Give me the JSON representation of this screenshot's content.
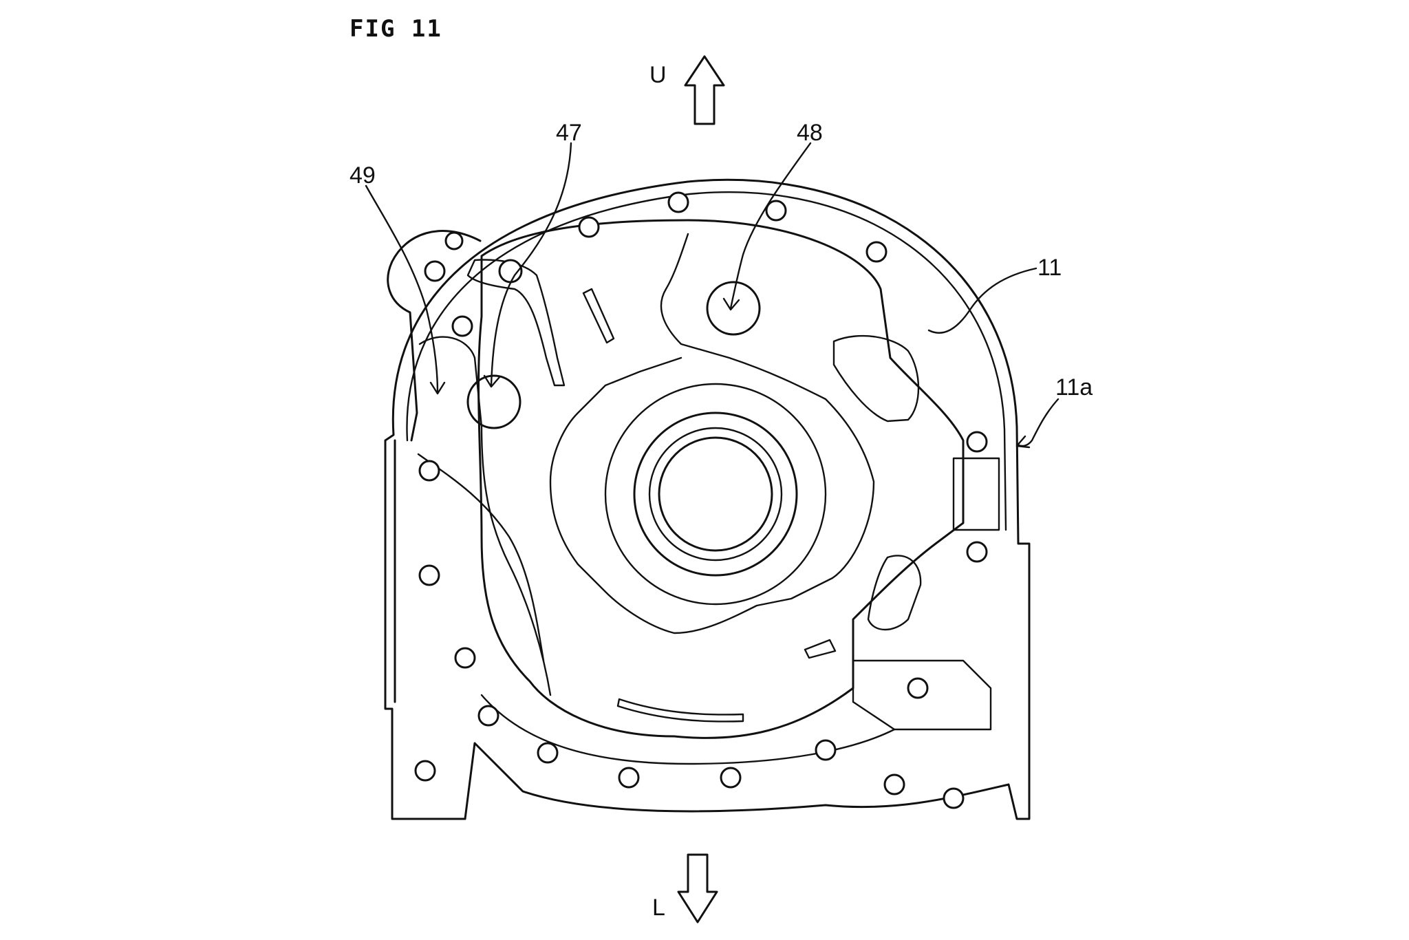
{
  "figure": {
    "title": "FIG 11"
  },
  "directions": {
    "up": "U",
    "down": "L"
  },
  "labels": {
    "port_47": "47",
    "port_48": "48",
    "passage_49": "49",
    "housing_11": "11",
    "edge_11a": "11a"
  },
  "colors": {
    "ink": "#111111",
    "paper": "#ffffff"
  }
}
